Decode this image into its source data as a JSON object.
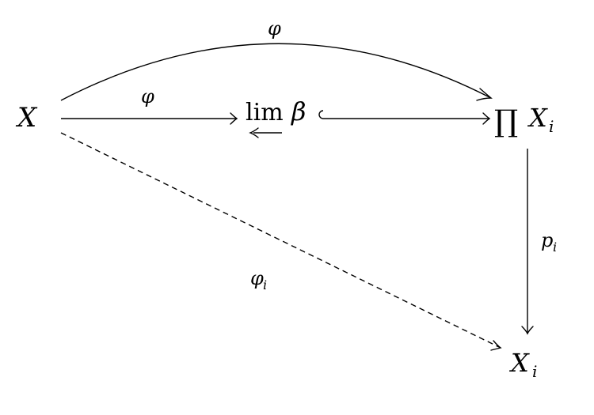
{
  "nodes": {
    "source": {
      "symbol": "X"
    },
    "limit": {
      "operator": "lim",
      "symbol": "β"
    },
    "product": {
      "operator": "∏",
      "symbol": "X",
      "subscript": "i"
    },
    "target": {
      "symbol": "X",
      "subscript": "i"
    }
  },
  "arrows": {
    "top_curve": {
      "symbol": "φ"
    },
    "to_limit": {
      "symbol": "φ"
    },
    "projection": {
      "symbol": "p",
      "subscript": "i"
    },
    "component": {
      "symbol": "φ",
      "subscript": "i"
    }
  }
}
